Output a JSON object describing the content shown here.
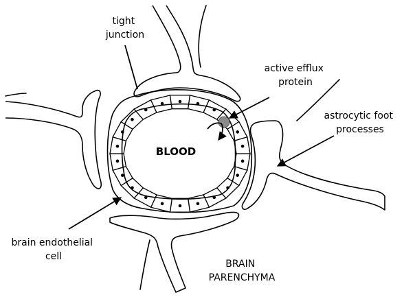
{
  "labels": {
    "tight_junction": [
      "tight",
      "junction"
    ],
    "active_efflux": [
      "active efflux",
      "protein"
    ],
    "astrocytic": [
      "astrocytic foot",
      "processes"
    ],
    "blood": "BLOOD",
    "endothelial": [
      "brain endothelial",
      "cell"
    ],
    "parenchyma": [
      "BRAIN",
      "PARENCHYMA"
    ]
  },
  "colors": {
    "line": "#000000",
    "efflux_protein": "#8a8a8a",
    "background": "#ffffff"
  }
}
